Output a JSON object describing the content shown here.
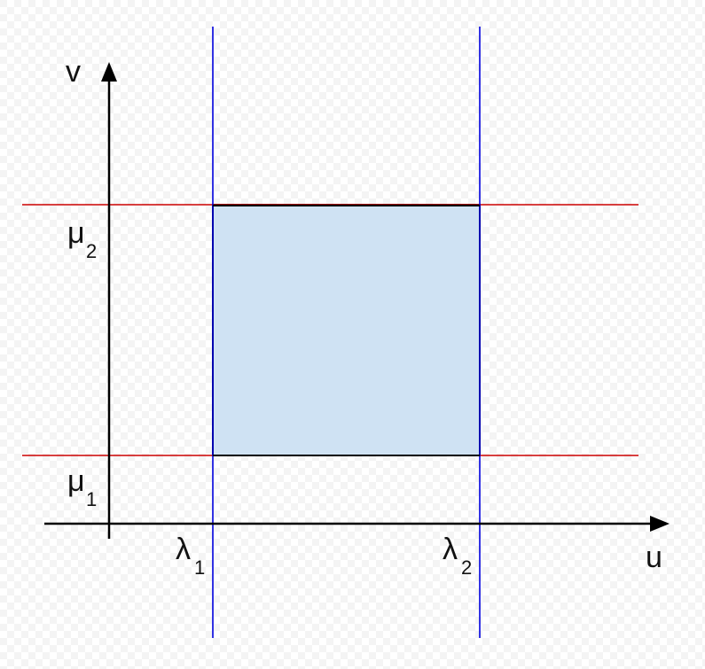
{
  "axes": {
    "x_label": "u",
    "y_label": "v"
  },
  "x_bounds": [
    {
      "symbol": "λ",
      "subscript": "1"
    },
    {
      "symbol": "λ",
      "subscript": "2"
    }
  ],
  "y_bounds": [
    {
      "symbol": "μ",
      "subscript": "1"
    },
    {
      "symbol": "μ",
      "subscript": "2"
    }
  ],
  "colors": {
    "background_grid": "#efefef",
    "axis": "#000000",
    "vertical_lines": "#0000dd",
    "horizontal_lines": "#cc0000",
    "region_fill": "#cfe2f3",
    "region_border": "#000000"
  }
}
